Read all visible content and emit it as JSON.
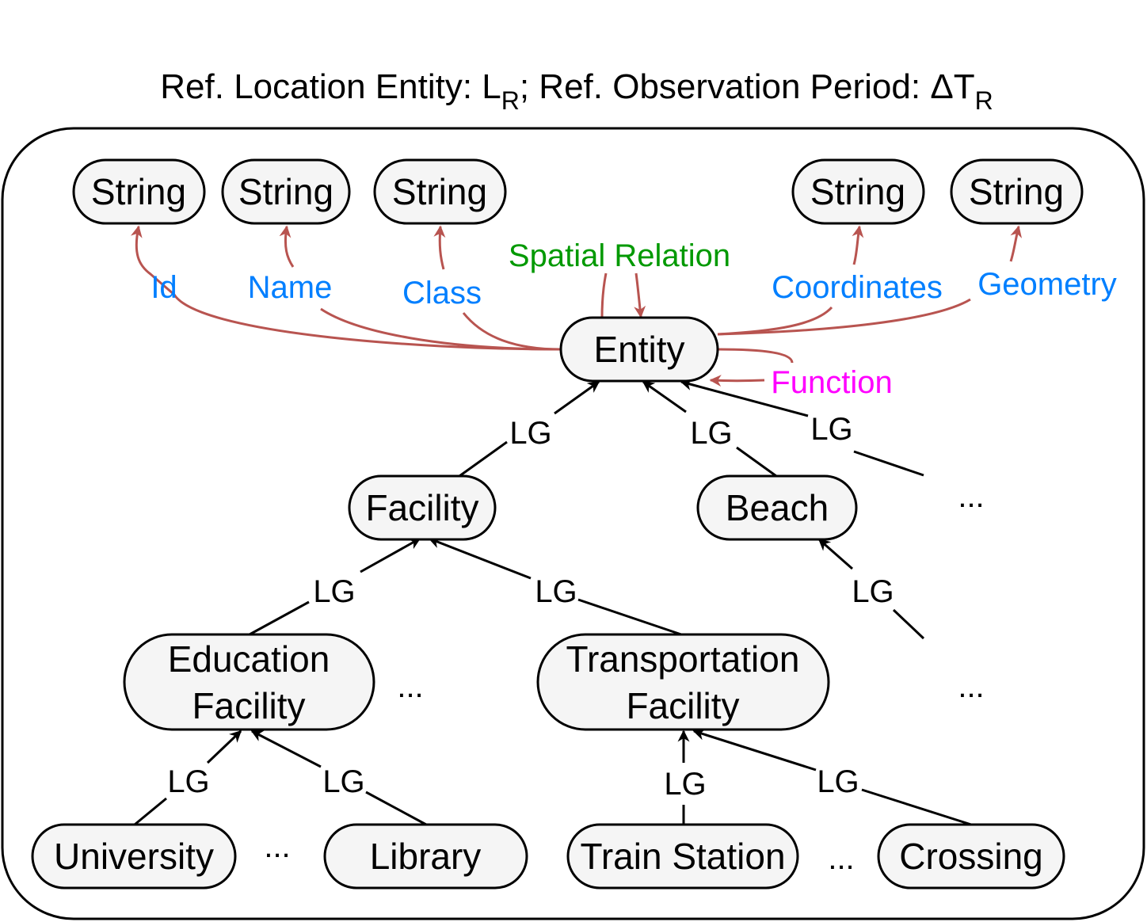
{
  "title": {
    "part1": "Ref. Location Entity: L",
    "sub1": "R",
    "part2": "; Ref. Observation Period: ΔT",
    "sub2": "R"
  },
  "nodes": {
    "str1": "String",
    "str2": "String",
    "str3": "String",
    "str4": "String",
    "str5": "String",
    "entity": "Entity",
    "facility": "Facility",
    "beach": "Beach",
    "education_line1": "Education",
    "education_line2": "Facility",
    "transport_line1": "Transportation",
    "transport_line2": "Facility",
    "university": "University",
    "library": "Library",
    "train_station": "Train Station",
    "crossing": "Crossing"
  },
  "attributes": {
    "id": "Id",
    "name": "Name",
    "class": "Class",
    "coordinates": "Coordinates",
    "geometry": "Geometry",
    "spatial_relation": "Spatial Relation",
    "function": "Function"
  },
  "edge_label": "LG",
  "ellipsis": "...",
  "colors": {
    "attribute_edge": "#b85450",
    "attribute_label": "#007fff",
    "spatial_relation": "#009900",
    "function": "#ff00ff"
  }
}
